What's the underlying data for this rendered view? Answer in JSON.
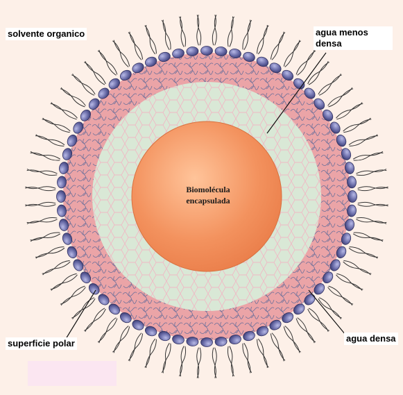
{
  "labels": {
    "organic_solvent": "solvente organico",
    "less_dense_water": "agua menos densa",
    "polar_surface": "superficie polar",
    "dense_water": "agua densa",
    "core_line1": "Biomolécula",
    "core_line2": "encapsulada"
  },
  "colors": {
    "background": "#fdf0e8",
    "tail_color": "#333333",
    "head_color": "#5b5c9c",
    "dense_water_fill": "#eba4a7",
    "less_dense_water_fill": "#d9e8d6",
    "core_fill": "#f3925e"
  }
}
